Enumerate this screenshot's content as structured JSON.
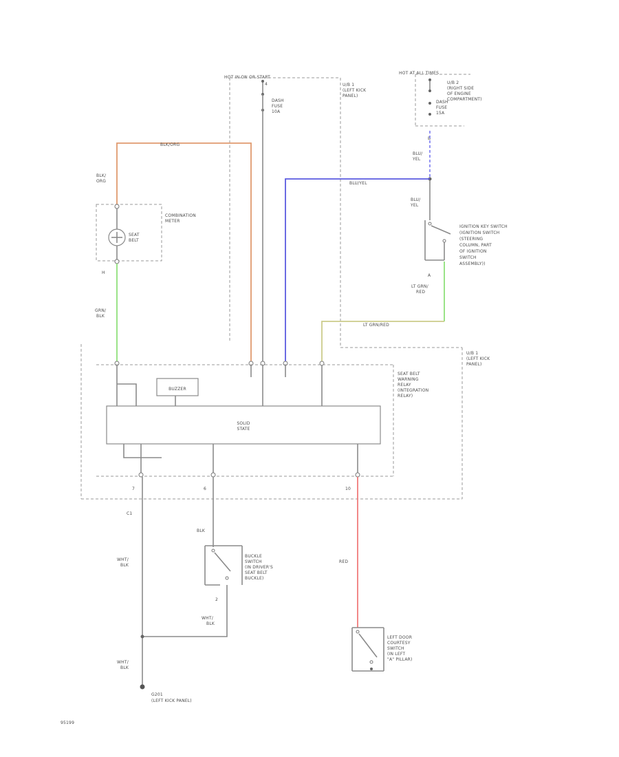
{
  "diagram": {
    "colors": {
      "orange_wire": "#e09a6e",
      "blue_wire": "#5a5ae0",
      "green_wire": "#8fe07a",
      "red_wire": "#f07a7a",
      "yellow_wire": "#cbcb8a",
      "blue_dashed": "#7b7bf0"
    },
    "power": {
      "hot_run": "HOT IN ON OR START",
      "fuse_number": "4",
      "fuse_label_1": "DASH",
      "fuse_label_2": "FUSE",
      "fuse_amp": "10A",
      "hot_all_times": "HOT AT ALL TIMES",
      "fuse_box_label_1": "DASH",
      "fuse_box_label_2": "FUSE",
      "fuse_box_amp": "15A",
      "ub1_line1": "U/B 1",
      "ub1_line2": "(LEFT KICK",
      "ub1_line3": "PANEL)",
      "ub2_line1": "U/B 2",
      "ub2_line2": "(RIGHT SIDE",
      "ub2_line3": "OF ENGINE",
      "ub2_line4": "COMPARTMENT)"
    },
    "wires": {
      "orange_label": "BLK/ORG",
      "blk_org_1": "BLK/",
      "blk_org_2": "ORG",
      "blue_label": "BLU/YEL",
      "blu_yel_1": "BLU/",
      "blu_yel_2": "YEL",
      "blu_yel_b1": "BLU/",
      "blu_yel_b2": "YEL",
      "green_1": "GRN/",
      "green_2": "BLK",
      "lt_grn_1": "LT GRN/",
      "lt_grn_2": "RED",
      "lt_grn_horizontal": "LT GRN/RED",
      "blk": "BLK",
      "red": "RED",
      "wht_blk_1": "WHT/",
      "wht_blk_2": "BLK",
      "wht_blk_b1": "WHT/",
      "wht_blk_b2": "BLK",
      "wht_blk_c1": "WHT/",
      "wht_blk_c2": "BLK"
    },
    "pins": {
      "b": "B",
      "h": "H",
      "a": "A",
      "seven": "7",
      "six": "6",
      "ten": "10",
      "two": "2",
      "c1": "C1"
    },
    "meter": {
      "line1": "COMBINATION",
      "line2": "METER",
      "lamp_1": "SEAT",
      "lamp_2": "BELT"
    },
    "ignition_switch": {
      "line1": "IGNITION KEY SWITCH",
      "line2": "(IGNITION SWITCH",
      "line3": "(STEERING",
      "line4": "COLUMN, PART",
      "line5": "OF IGNITION",
      "line6": "SWITCH",
      "line7": "ASSEMBLY))"
    },
    "relay": {
      "buzzer": "BUZZER",
      "solid_1": "SOLID",
      "solid_2": "STATE",
      "line1": "SEAT BELT",
      "line2": "WARNING",
      "line3": "RELAY",
      "line4": "(INTEGRATION",
      "line5": "RELAY)"
    },
    "buckle_switch": {
      "line1": "BUCKLE",
      "line2": "SWITCH",
      "line3": "(IN DRIVER'S",
      "line4": "SEAT BELT",
      "line5": "BUCKLE)"
    },
    "door_switch": {
      "line1": "LEFT DOOR",
      "line2": "COURTESY",
      "line3": "SWITCH",
      "line4": "(IN LEFT",
      "line5": "\"A\" PILLAR)"
    },
    "ground": {
      "line1": "G201",
      "line2": "(LEFT KICK PANEL)"
    },
    "footer": "95199"
  }
}
